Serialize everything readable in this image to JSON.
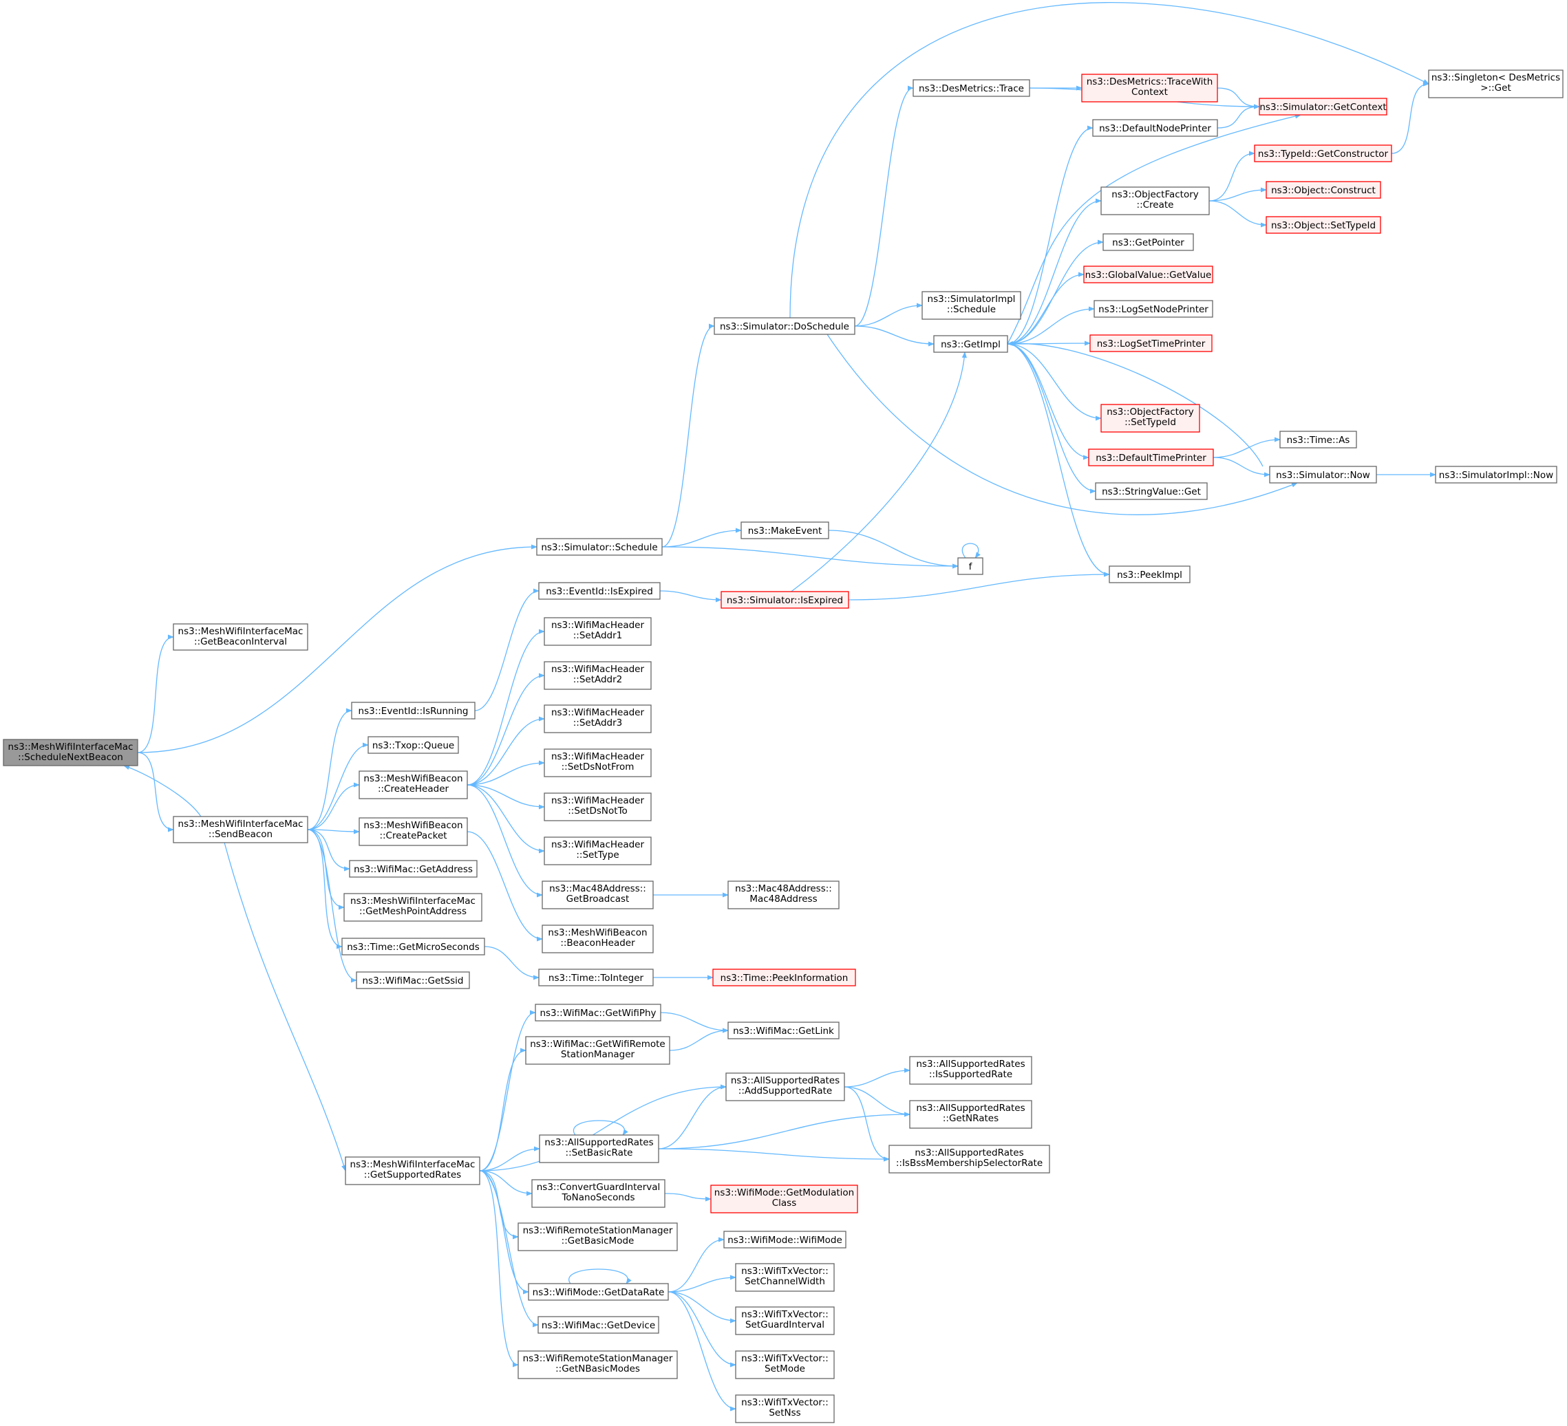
{
  "colors": {
    "edge": "#63b8ff",
    "node_border": "#666666",
    "node_fill": "#ffffff",
    "root_fill": "#999999",
    "root_border": "#666666",
    "red_border": "#ff0000",
    "red_fill": "#fff0f0",
    "text": "#000000"
  },
  "nodes": {
    "schedulenextbeacon": {
      "lines": [
        "ns3::MeshWifiInterfaceMac",
        "::ScheduleNextBeacon"
      ],
      "style": "root"
    },
    "getbeaconinterval": {
      "lines": [
        "ns3::MeshWifiInterfaceMac",
        "::GetBeaconInterval"
      ],
      "style": "normal"
    },
    "simulator-schedule": {
      "lines": [
        "ns3::Simulator::Schedule"
      ],
      "style": "normal"
    },
    "sendbeacon": {
      "lines": [
        "ns3::MeshWifiInterfaceMac",
        "::SendBeacon"
      ],
      "style": "normal"
    },
    "doschedule": {
      "lines": [
        "ns3::Simulator::DoSchedule"
      ],
      "style": "normal"
    },
    "makeevent": {
      "lines": [
        "ns3::MakeEvent"
      ],
      "style": "normal"
    },
    "f": {
      "lines": [
        "f"
      ],
      "style": "normal"
    },
    "eventid-isexpired": {
      "lines": [
        "ns3::EventId::IsExpired"
      ],
      "style": "normal"
    },
    "simulator-isexpired": {
      "lines": [
        "ns3::Simulator::IsExpired"
      ],
      "style": "red"
    },
    "peekimpl": {
      "lines": [
        "ns3::PeekImpl"
      ],
      "style": "normal"
    },
    "desmetrics-trace": {
      "lines": [
        "ns3::DesMetrics::Trace"
      ],
      "style": "normal"
    },
    "tracewithcontext": {
      "lines": [
        "ns3::DesMetrics::TraceWith",
        "Context"
      ],
      "style": "red"
    },
    "singleton-get": {
      "lines": [
        "ns3::Singleton< DesMetrics",
        ">::Get"
      ],
      "style": "normal"
    },
    "getcontext": {
      "lines": [
        "ns3::Simulator::GetContext"
      ],
      "style": "red"
    },
    "defaultnodeprinter": {
      "lines": [
        "ns3::DefaultNodePrinter"
      ],
      "style": "normal"
    },
    "getconstructor": {
      "lines": [
        "ns3::TypeId::GetConstructor"
      ],
      "style": "red"
    },
    "objectfactory-create": {
      "lines": [
        "ns3::ObjectFactory",
        "::Create"
      ],
      "style": "normal"
    },
    "object-construct": {
      "lines": [
        "ns3::Object::Construct"
      ],
      "style": "red"
    },
    "object-settypeid": {
      "lines": [
        "ns3::Object::SetTypeId"
      ],
      "style": "red"
    },
    "getpointer": {
      "lines": [
        "ns3::GetPointer"
      ],
      "style": "normal"
    },
    "globalvalue-getvalue": {
      "lines": [
        "ns3::GlobalValue::GetValue"
      ],
      "style": "red"
    },
    "simulatorimpl-schedule": {
      "lines": [
        "ns3::SimulatorImpl",
        "::Schedule"
      ],
      "style": "normal"
    },
    "logsetnodeprinter": {
      "lines": [
        "ns3::LogSetNodePrinter"
      ],
      "style": "normal"
    },
    "getimpl": {
      "lines": [
        "ns3::GetImpl"
      ],
      "style": "normal"
    },
    "logsettimeprinter": {
      "lines": [
        "ns3::LogSetTimePrinter"
      ],
      "style": "red"
    },
    "objectfactory-settypeid": {
      "lines": [
        "ns3::ObjectFactory",
        "::SetTypeId"
      ],
      "style": "red"
    },
    "time-as": {
      "lines": [
        "ns3::Time::As"
      ],
      "style": "normal"
    },
    "defaulttimeprinter": {
      "lines": [
        "ns3::DefaultTimePrinter"
      ],
      "style": "red"
    },
    "simulator-now": {
      "lines": [
        "ns3::Simulator::Now"
      ],
      "style": "normal"
    },
    "simulatorimpl-now": {
      "lines": [
        "ns3::SimulatorImpl::Now"
      ],
      "style": "normal"
    },
    "stringvalue-get": {
      "lines": [
        "ns3::StringValue::Get"
      ],
      "style": "normal"
    },
    "setaddr1": {
      "lines": [
        "ns3::WifiMacHeader",
        "::SetAddr1"
      ],
      "style": "normal"
    },
    "eventid-isrunning": {
      "lines": [
        "ns3::EventId::IsRunning"
      ],
      "style": "normal"
    },
    "setaddr2": {
      "lines": [
        "ns3::WifiMacHeader",
        "::SetAddr2"
      ],
      "style": "normal"
    },
    "setaddr3": {
      "lines": [
        "ns3::WifiMacHeader",
        "::SetAddr3"
      ],
      "style": "normal"
    },
    "txop-queue": {
      "lines": [
        "ns3::Txop::Queue"
      ],
      "style": "normal"
    },
    "createheader": {
      "lines": [
        "ns3::MeshWifiBeacon",
        "::CreateHeader"
      ],
      "style": "normal"
    },
    "setdsnotfrom": {
      "lines": [
        "ns3::WifiMacHeader",
        "::SetDsNotFrom"
      ],
      "style": "normal"
    },
    "setdsnotto": {
      "lines": [
        "ns3::WifiMacHeader",
        "::SetDsNotTo"
      ],
      "style": "normal"
    },
    "createpacket": {
      "lines": [
        "ns3::MeshWifiBeacon",
        "::CreatePacket"
      ],
      "style": "normal"
    },
    "settype": {
      "lines": [
        "ns3::WifiMacHeader",
        "::SetType"
      ],
      "style": "normal"
    },
    "wifimac-getaddress": {
      "lines": [
        "ns3::WifiMac::GetAddress"
      ],
      "style": "normal"
    },
    "getbroadcast": {
      "lines": [
        "ns3::Mac48Address::",
        "GetBroadcast"
      ],
      "style": "normal"
    },
    "mac48address": {
      "lines": [
        "ns3::Mac48Address::",
        "Mac48Address"
      ],
      "style": "normal"
    },
    "getmeshpointaddress": {
      "lines": [
        "ns3::MeshWifiInterfaceMac",
        "::GetMeshPointAddress"
      ],
      "style": "normal"
    },
    "beaconheader": {
      "lines": [
        "ns3::MeshWifiBeacon",
        "::BeaconHeader"
      ],
      "style": "normal"
    },
    "getmicroseconds": {
      "lines": [
        "ns3::Time::GetMicroSeconds"
      ],
      "style": "normal"
    },
    "wifimac-getssid": {
      "lines": [
        "ns3::WifiMac::GetSsid"
      ],
      "style": "normal"
    },
    "time-tointeger": {
      "lines": [
        "ns3::Time::ToInteger"
      ],
      "style": "normal"
    },
    "peekinformation": {
      "lines": [
        "ns3::Time::PeekInformation"
      ],
      "style": "red"
    },
    "getwifiphy": {
      "lines": [
        "ns3::WifiMac::GetWifiPhy"
      ],
      "style": "normal"
    },
    "getlink": {
      "lines": [
        "ns3::WifiMac::GetLink"
      ],
      "style": "normal"
    },
    "getwifiremotestationmanager": {
      "lines": [
        "ns3::WifiMac::GetWifiRemote",
        "StationManager"
      ],
      "style": "normal"
    },
    "addsupportedrate": {
      "lines": [
        "ns3::AllSupportedRates",
        "::AddSupportedRate"
      ],
      "style": "normal"
    },
    "issupportedrate": {
      "lines": [
        "ns3::AllSupportedRates",
        "::IsSupportedRate"
      ],
      "style": "normal"
    },
    "getnrates": {
      "lines": [
        "ns3::AllSupportedRates",
        "::GetNRates"
      ],
      "style": "normal"
    },
    "setbasicrate": {
      "lines": [
        "ns3::AllSupportedRates",
        "::SetBasicRate"
      ],
      "style": "normal"
    },
    "isbssmembershipselectorrate": {
      "lines": [
        "ns3::AllSupportedRates",
        "::IsBssMembershipSelectorRate"
      ],
      "style": "normal"
    },
    "getsupportedrates": {
      "lines": [
        "ns3::MeshWifiInterfaceMac",
        "::GetSupportedRates"
      ],
      "style": "normal"
    },
    "convertguardinterval": {
      "lines": [
        "ns3::ConvertGuardInterval",
        "ToNanoSeconds"
      ],
      "style": "normal"
    },
    "getmodulationclass": {
      "lines": [
        "ns3::WifiMode::GetModulation",
        "Class"
      ],
      "style": "red"
    },
    "getbasicmode": {
      "lines": [
        "ns3::WifiRemoteStationManager",
        "::GetBasicMode"
      ],
      "style": "normal"
    },
    "wifimode-wifimode": {
      "lines": [
        "ns3::WifiMode::WifiMode"
      ],
      "style": "normal"
    },
    "setchannelwidth": {
      "lines": [
        "ns3::WifiTxVector::",
        "SetChannelWidth"
      ],
      "style": "normal"
    },
    "getdatarate": {
      "lines": [
        "ns3::WifiMode::GetDataRate"
      ],
      "style": "normal"
    },
    "setguardinterval": {
      "lines": [
        "ns3::WifiTxVector::",
        "SetGuardInterval"
      ],
      "style": "normal"
    },
    "wifimac-getdevice": {
      "lines": [
        "ns3::WifiMac::GetDevice"
      ],
      "style": "normal"
    },
    "setmode": {
      "lines": [
        "ns3::WifiTxVector::",
        "SetMode"
      ],
      "style": "normal"
    },
    "getnbasicmodes": {
      "lines": [
        "ns3::WifiRemoteStationManager",
        "::GetNBasicModes"
      ],
      "style": "normal"
    },
    "setnss": {
      "lines": [
        "ns3::WifiTxVector::",
        "SetNss"
      ],
      "style": "normal"
    }
  }
}
